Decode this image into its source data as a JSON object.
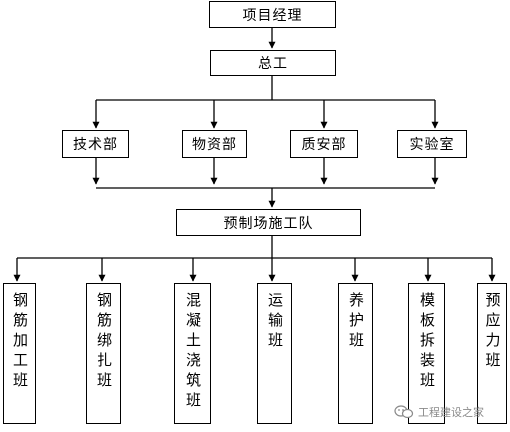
{
  "chart": {
    "top": "项目经理",
    "level2": "总工",
    "departments": [
      "技术部",
      "物资部",
      "质安部",
      "实验室"
    ],
    "team": "预制场施工队",
    "squads": [
      "钢筋加工班",
      "钢筋绑扎班",
      "混凝土浇筑班",
      "运输班",
      "养护班",
      "模板拆装班",
      "预应力班"
    ]
  },
  "watermark": {
    "text": "工程建设之家",
    "icon": "wechat-icon"
  }
}
